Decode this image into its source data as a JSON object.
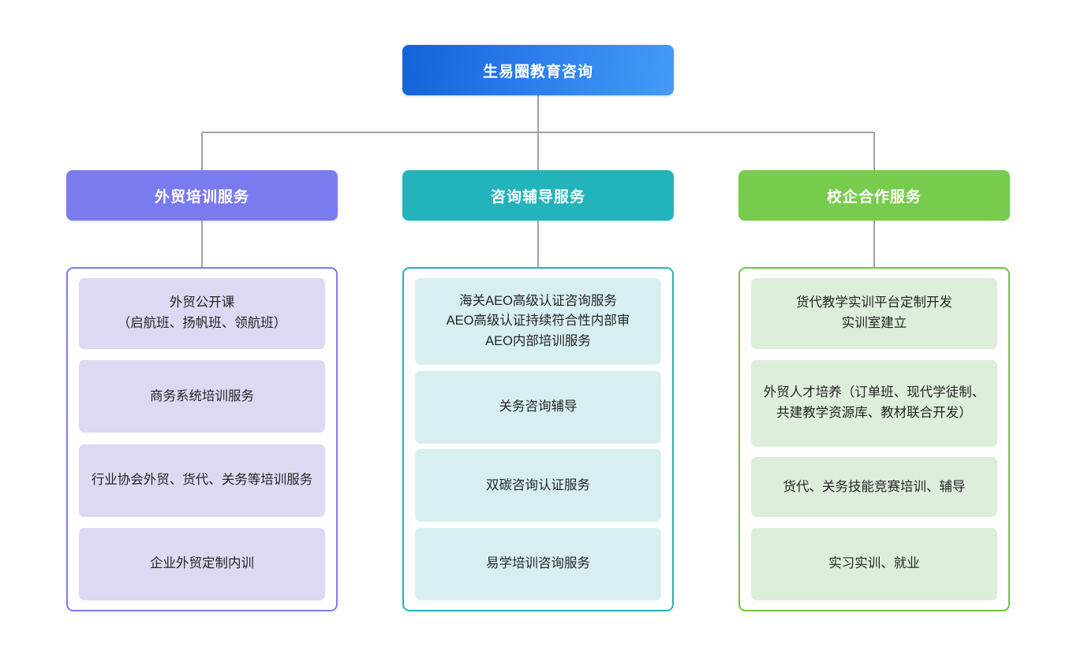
{
  "diagram": {
    "type": "organization-chart",
    "root": {
      "label": "生易圈教育咨询",
      "color": "#2a7cec"
    },
    "connector_color": "#9aa5b1",
    "columns": [
      {
        "header": "外贸培训服务",
        "header_color": "#7b7bf0",
        "border_color": "#7b7bf0",
        "item_color": "#ddd9f2",
        "items": [
          "外贸公开课\n（启航班、扬帆班、领航班）",
          "商务系统培训服务",
          "行业协会外贸、货代、关务等培训服务",
          "企业外贸定制内训"
        ]
      },
      {
        "header": "咨询辅导服务",
        "header_color": "#23b3ba",
        "border_color": "#23b3ba",
        "item_color": "#d7eff0",
        "items": [
          "海关AEO高级认证咨询服务\nAEO高级认证持续符合性内部审\nAEO内部培训服务",
          "关务咨询辅导",
          "双碳咨询认证服务",
          "易学培训咨询服务"
        ]
      },
      {
        "header": "校企合作服务",
        "header_color": "#78cc4d",
        "border_color": "#6ac73f",
        "item_color": "#ddeedb",
        "items": [
          "货代教学实训平台定制开发\n实训室建立",
          "外贸人才培养（订单班、现代学徒制、共建教学资源库、教材联合开发）",
          "货代、关务技能竞赛培训、辅导",
          "实习实训、就业"
        ]
      }
    ]
  }
}
